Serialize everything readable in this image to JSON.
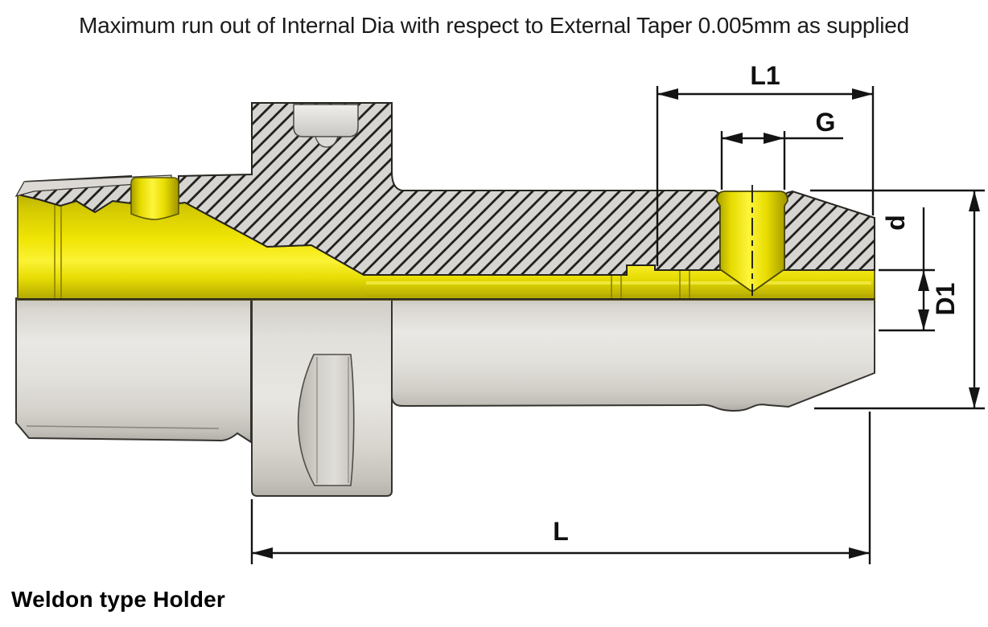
{
  "title": "Maximum run out of Internal Dia with respect to External Taper 0.005mm as supplied",
  "caption": "Weldon type Holder",
  "dimension_labels": {
    "l1": "L1",
    "g": "G",
    "d": "d",
    "d1": "D1",
    "l": "L"
  },
  "drawing": {
    "description": "Half-section technical drawing of a Weldon type tool holder: hatched cross-section upper half, yellow internal bore/thread surfaces, gray external lower half",
    "features": [
      "taper-shank",
      "flange-with-drive-slot",
      "cylindrical-body",
      "weldon-screw-hole",
      "internal-bore"
    ]
  },
  "colors": {
    "yellow_bore": "#f0e504",
    "hatch_gray": "#d7d5d2",
    "hatch_line": "#23211e",
    "body_gray": "#e3e1dc",
    "outline": "#35332f",
    "dimension": "#141414",
    "background": "#ffffff",
    "text": "#1b1b1b"
  }
}
